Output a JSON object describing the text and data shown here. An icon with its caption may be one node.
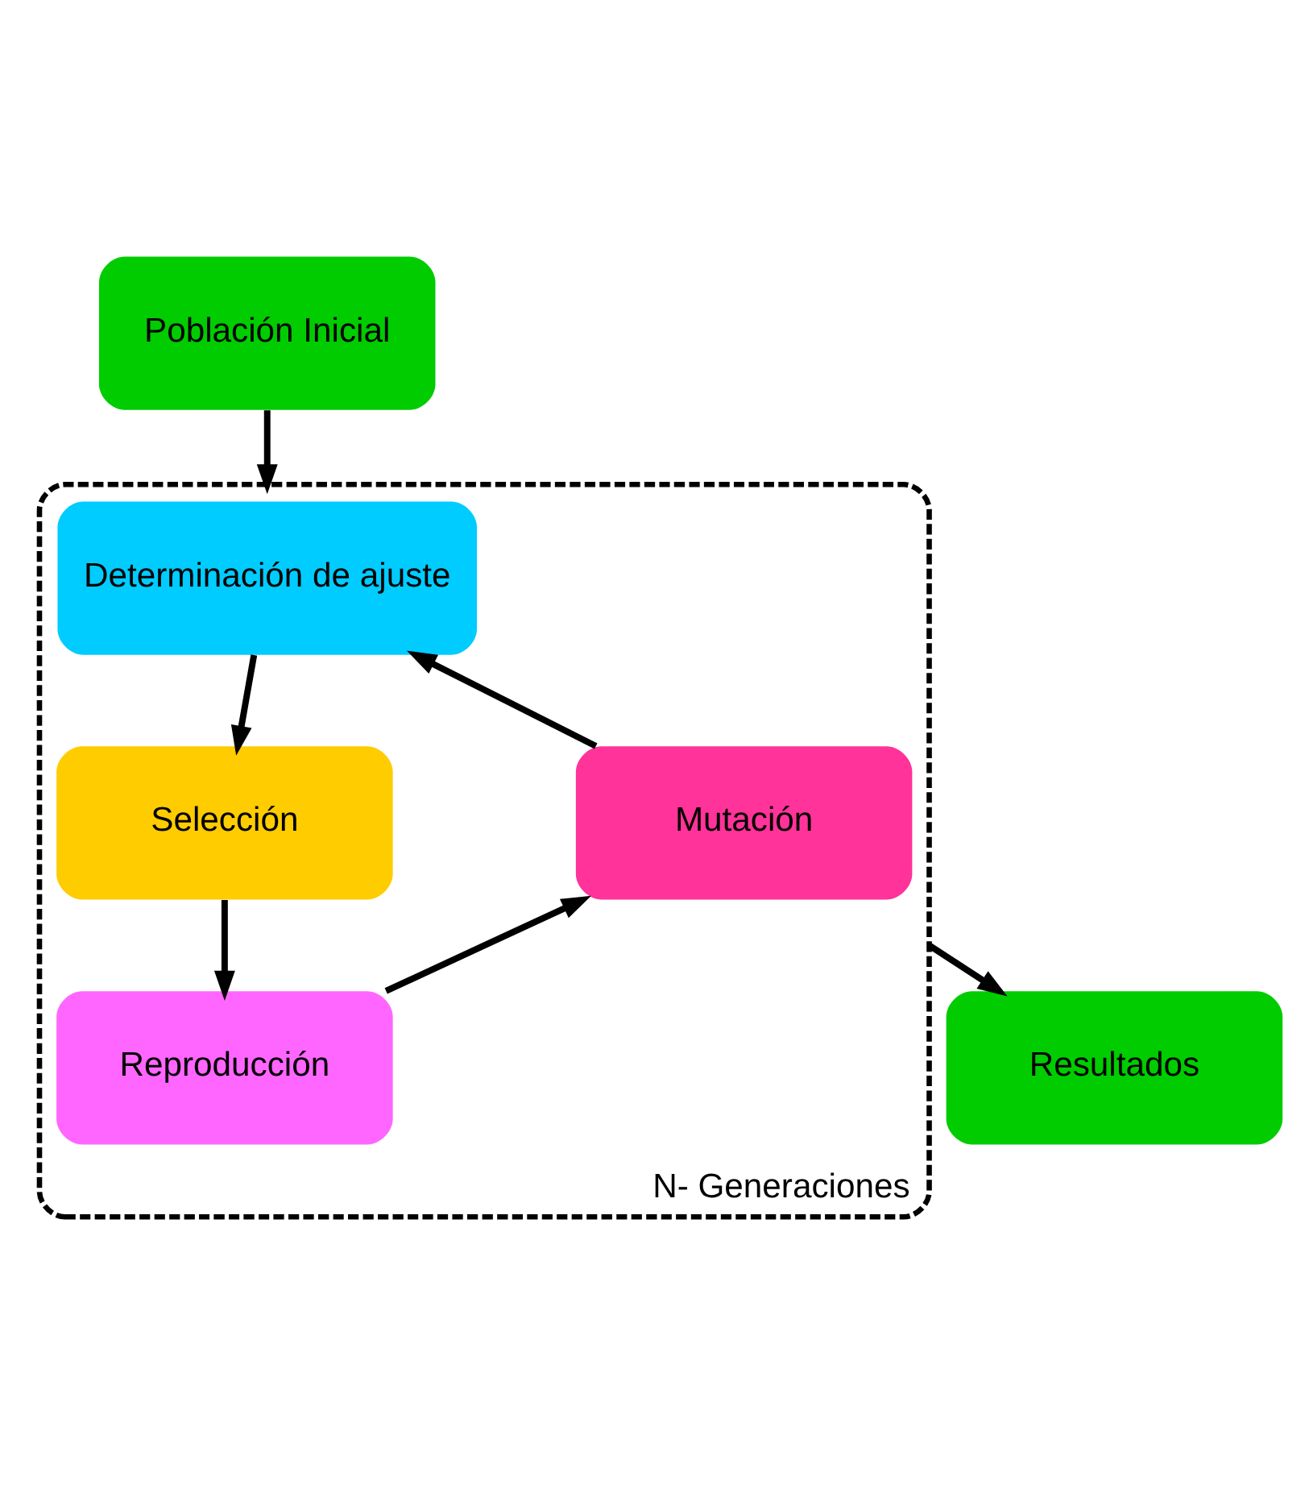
{
  "diagram": {
    "nodes": [
      {
        "text": [
          "Población Inicial"
        ]
      },
      {
        "text": [
          "N- Generaciones"
        ]
      },
      {
        "text": [
          "Determinación de ajuste"
        ],
        "in": 1
      },
      {
        "text": [
          "Selección"
        ],
        "in": 1
      },
      {
        "text": [
          "Reproducción"
        ],
        "in": 1
      },
      {
        "text": [
          "Mutación"
        ],
        "in": 1
      },
      {
        "text": [
          "Resultados"
        ]
      }
    ],
    "edges": [
      {
        "from": 0,
        "to": 1,
        "arrow": "to"
      },
      {
        "from": 2,
        "to": 3,
        "arrow": "to"
      },
      {
        "from": 3,
        "to": 4,
        "arrow": "to"
      },
      {
        "from": 4,
        "to": 5,
        "arrow": "to"
      },
      {
        "from": 5,
        "to": 2,
        "arrow": "to"
      },
      {
        "from": 1,
        "to": 6,
        "arrow": "to"
      }
    ]
  }
}
